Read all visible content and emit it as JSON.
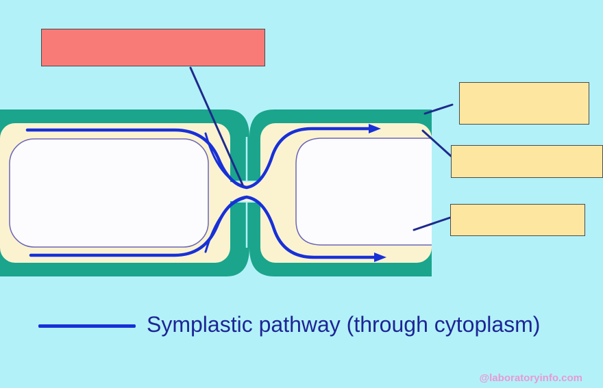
{
  "diagram": {
    "legend": {
      "label": "Symplastic pathway (through cytoplasm)"
    },
    "watermark": "@laboratoryinfo.com",
    "label_boxes": [
      {
        "id": "plasmodesma-label",
        "text": "",
        "fill": "#f97b78"
      },
      {
        "id": "cell-wall-label",
        "text": "",
        "fill": "#fde7a0"
      },
      {
        "id": "plasma-membrane-label",
        "text": "",
        "fill": "#fde7a0"
      },
      {
        "id": "vacuole-label",
        "text": "",
        "fill": "#fde7a0"
      }
    ],
    "colors": {
      "background": "#b3f1f8",
      "cell_wall": "#1aa58c",
      "cytoplasm": "#fbf3d0",
      "vacuole": "#fcfcff",
      "vacuole_outline": "#6a64b8",
      "pathway": "#1830d8",
      "leader_line": "#1e2a8c"
    }
  }
}
